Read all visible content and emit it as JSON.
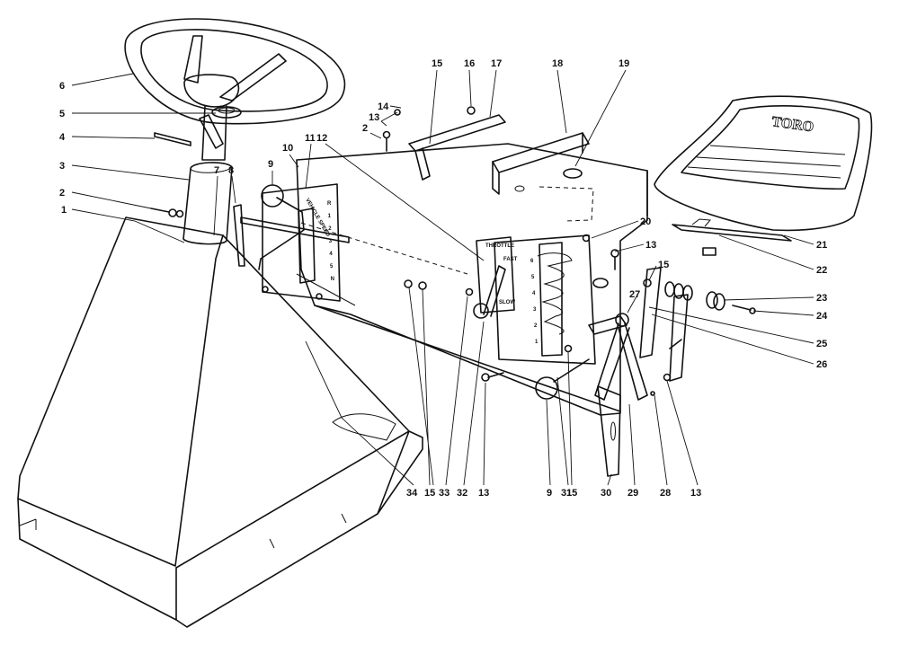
{
  "brand_label": "TORO",
  "panel_labels": {
    "vehicle_speed": "VEHICLE SPEED",
    "throttle": "THROTTLE",
    "fast": "FAST",
    "slow": "SLOW"
  },
  "speed_positions": [
    "R",
    "1",
    "2",
    "3",
    "4",
    "5",
    "N"
  ],
  "hydro_positions": [
    "6",
    "5",
    "4",
    "3",
    "2",
    "1"
  ],
  "callouts": {
    "c6": "6",
    "c5": "5",
    "c4": "4",
    "c3": "3",
    "c2a": "2",
    "c1": "1",
    "c7": "7",
    "c8": "8",
    "c9a": "9",
    "c10": "10",
    "c11": "11",
    "c12": "12",
    "c2b": "2",
    "c13a": "13",
    "c14": "14",
    "c15a": "15",
    "c16": "16",
    "c17": "17",
    "c18": "18",
    "c19": "19",
    "c20": "20",
    "c13b": "13",
    "c15b": "15",
    "c27": "27",
    "c21": "21",
    "c22": "22",
    "c23": "23",
    "c24": "24",
    "c25": "25",
    "c26": "26",
    "c34": "34",
    "c15c": "15",
    "c33": "33",
    "c32": "32",
    "c13c": "13",
    "c9b": "9",
    "c31": "31",
    "c15d": "15",
    "c30": "30",
    "c29": "29",
    "c28": "28",
    "c13d": "13"
  }
}
